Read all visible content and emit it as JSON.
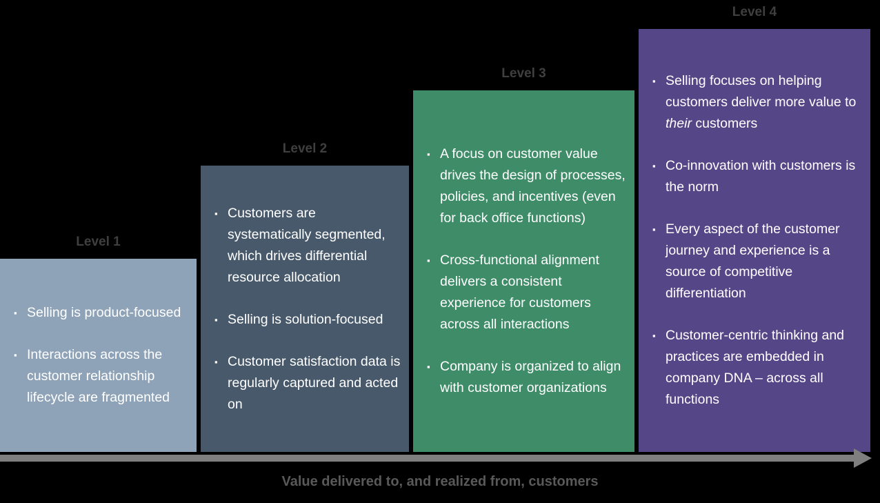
{
  "colors": {
    "background": "#000000",
    "level_label": "#3F3F3F",
    "bullet_text": "#FFFFFF"
  },
  "levels": [
    {
      "label": "Level 1",
      "color": "#8FA3B8",
      "bullets": [
        "Selling is product-focused",
        "Interactions across the customer relationship lifecycle are fragmented"
      ]
    },
    {
      "label": "Level 2",
      "color": "#47596B",
      "bullets": [
        "Customers are systematically segmented, which drives differential resource allocation",
        "Selling is solution-focused",
        "Customer satisfaction data is regularly captured and acted on"
      ]
    },
    {
      "label": "Level 3",
      "color": "#3E8D68",
      "bullets": [
        "A focus on customer value drives the design of processes, policies, and incentives (even for back office functions)",
        "Cross-functional alignment delivers a consistent experience for customers across all interactions",
        "Company is organized to align with customer organizations"
      ]
    },
    {
      "label": "Level 4",
      "color": "#554688",
      "bullets": [
        "Selling focuses on helping customers deliver more value to *their* customers",
        "Co-innovation with customers is the norm",
        "Every aspect of the customer journey and experience is a source of competitive differentiation",
        "Customer-centric thinking and practices are embedded in company DNA – across all functions"
      ]
    }
  ],
  "arrow": {
    "label": "Value delivered to, and realized from, customers",
    "color": "#7F7F7F",
    "label_color": "#595959"
  }
}
